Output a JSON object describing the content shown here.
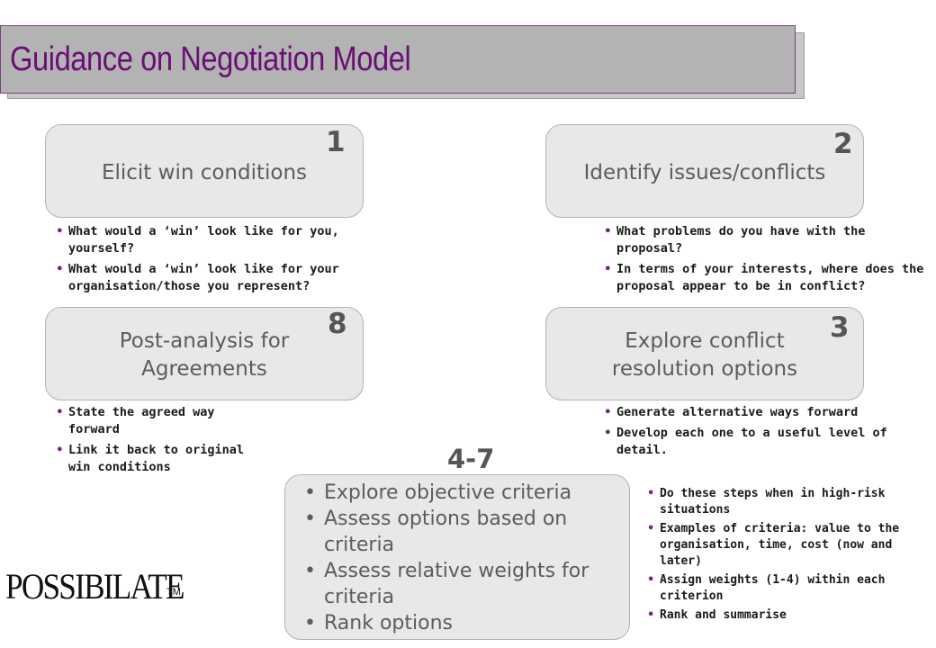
{
  "title": "Guidance on Negotiation Model",
  "steps": {
    "s1": {
      "number": "1",
      "label": "Elicit win conditions"
    },
    "s2": {
      "number": "2",
      "label": "Identify issues/conflicts"
    },
    "s8": {
      "number": "8",
      "label_line1": "Post-analysis for",
      "label_line2": "Agreements"
    },
    "s3": {
      "number": "3",
      "label_line1": "Explore conflict",
      "label_line2": "resolution options"
    },
    "s47": {
      "number": "4-7",
      "items": [
        "Explore objective criteria",
        "Assess options based on criteria",
        "Assess relative weights for criteria",
        "Rank options"
      ]
    }
  },
  "notes": {
    "s1": [
      "What would a ‘win’ look like for you, yourself?",
      "What would a ‘win’ look like for your organisation/those you represent?"
    ],
    "s2": [
      "What problems do you have with the proposal?",
      "In terms of your interests, where does the proposal appear to be in conflict?"
    ],
    "s8": [
      "State the agreed way forward",
      "Link it back to original win conditions"
    ],
    "s3": [
      "Generate alternative ways forward",
      "Develop each one to a useful level of detail."
    ],
    "s47": [
      "Do these steps when in high-risk situations",
      "Examples of criteria: value to the organisation, time, cost (now and later)",
      "Assign weights (1-4) within each criterion",
      "Rank and summarise"
    ]
  },
  "logo": {
    "text": "POSSIBILATE",
    "tm": "TM"
  },
  "bullet_glyph": "•",
  "colors": {
    "title": "#6a0f73",
    "box_fill": "#e8e8e8",
    "bullet": "#7a1f86"
  }
}
